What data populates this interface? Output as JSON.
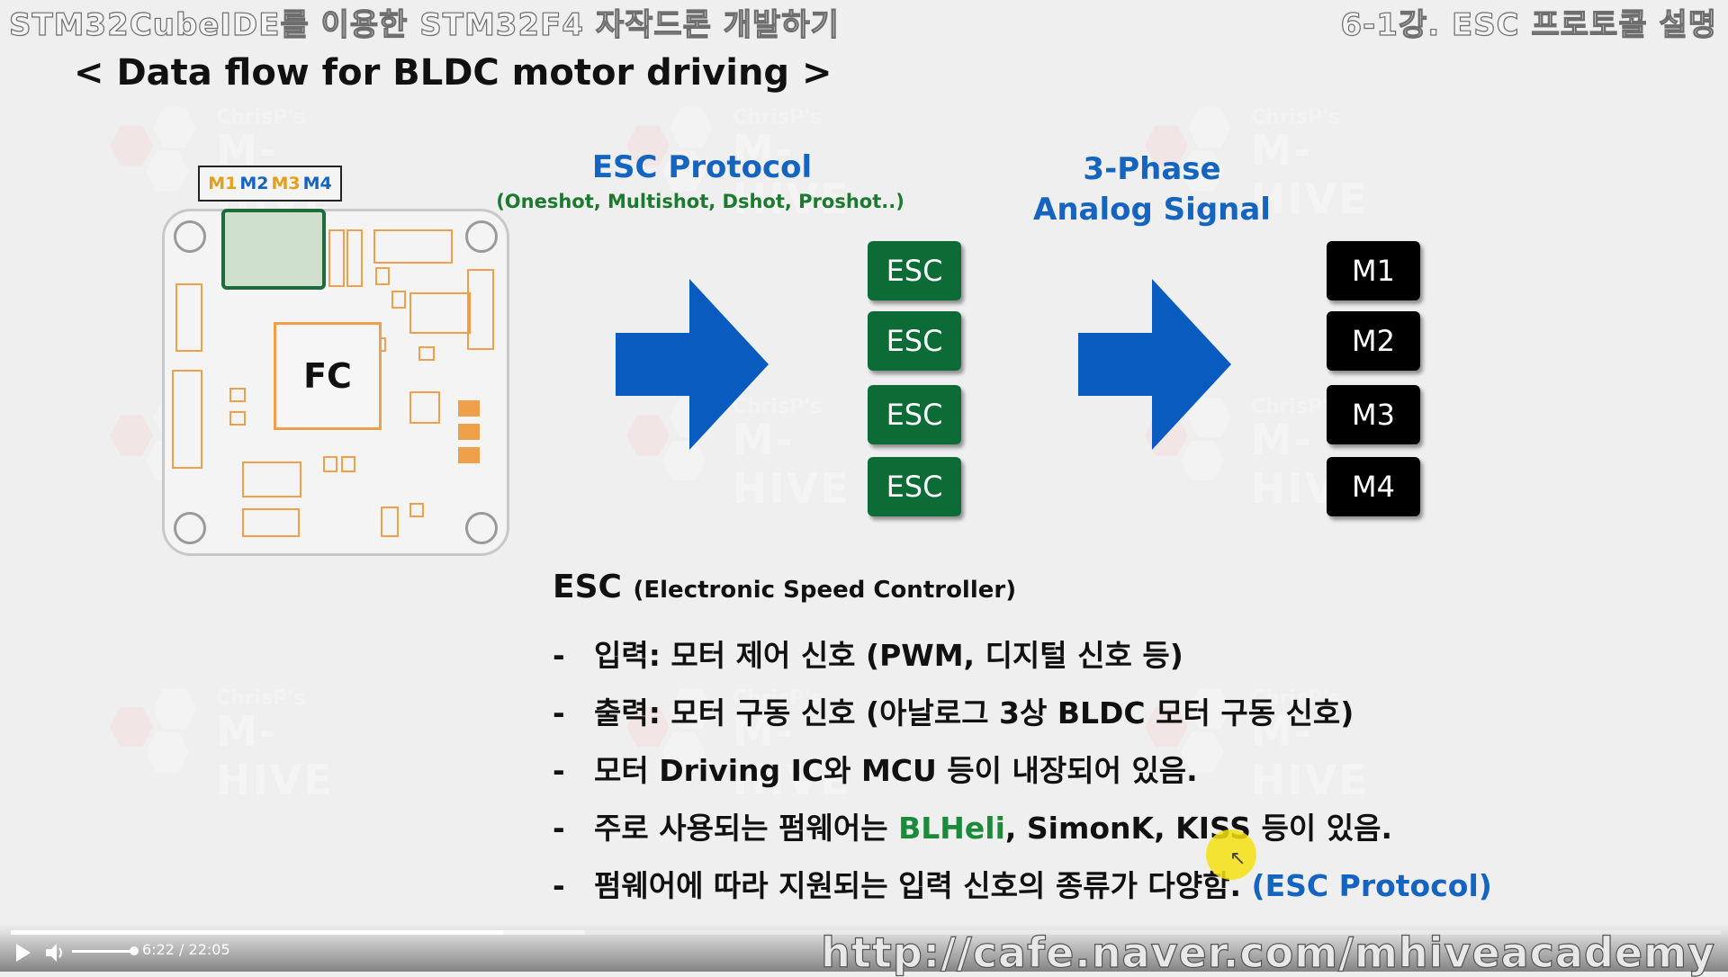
{
  "header": {
    "left_title": "STM32CubeIDE를 이용한 STM32F4 자작드론 개발하기",
    "right_title": "6-1강. ESC 프로토콜 설명"
  },
  "slide": {
    "subtitle": "< Data flow for BLDC motor driving >",
    "watermark": {
      "line1": "ChrisP's",
      "line2": "M-HIVE"
    },
    "board": {
      "fc_label": "FC",
      "motor_labels": [
        "M1",
        "M2",
        "M3",
        "M4"
      ],
      "motor_label_colors": [
        "#e3a01b",
        "#1565c0",
        "#e3a01b",
        "#1565c0"
      ]
    },
    "esc_protocol": {
      "title": "ESC Protocol",
      "subtitle": "(Oneshot, Multishot, Dshot, Proshot..)"
    },
    "phase_signal": {
      "line1": "3-Phase",
      "line2": "Analog Signal"
    },
    "esc_boxes": [
      "ESC",
      "ESC",
      "ESC",
      "ESC"
    ],
    "motor_boxes": [
      "M1",
      "M2",
      "M3",
      "M4"
    ],
    "definition": {
      "term": "ESC",
      "expansion": "(Electronic Speed Controller)"
    },
    "bullets": [
      {
        "dash": "-",
        "text": "입력: 모터 제어 신호 (PWM, 디지털 신호 등)"
      },
      {
        "dash": "-",
        "text": "출력: 모터 구동 신호 (아날로그 3상 BLDC 모터 구동 신호)"
      },
      {
        "dash": "-",
        "text": "모터 Driving IC와 MCU 등이 내장되어 있음."
      },
      {
        "dash": "-",
        "before": "주로 사용되는 펌웨어는 ",
        "highlight": "BLHeli",
        "after": ", SimonK, KISS 등이 있음."
      },
      {
        "dash": "-",
        "before": "펌웨어에 따라 지원되는 입력 신호의 종류가 다양함. ",
        "highlight": "(ESC Protocol)",
        "after": ""
      }
    ],
    "colors": {
      "esc_green": "#0d6b35",
      "arrow_blue": "#0a5bbf",
      "title_blue": "#1565c0",
      "sub_green": "#1b7a2e"
    }
  },
  "player": {
    "current_time": "6:22",
    "separator": "/",
    "duration": "22:05",
    "progress_fraction": 0.288,
    "watermark_url": "http://cafe.naver.com/mhiveacademy",
    "play_icon": "play-icon",
    "volume_icon": "volume-icon"
  }
}
